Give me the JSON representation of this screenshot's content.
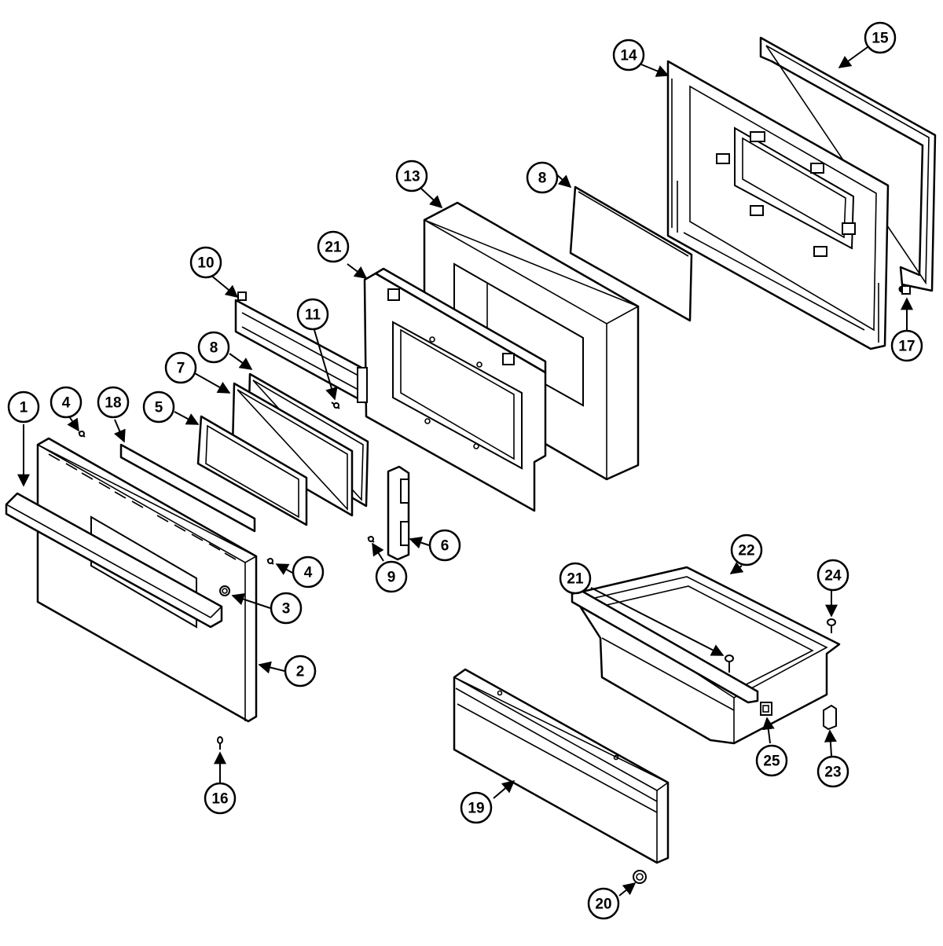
{
  "callouts": [
    {
      "id": "c1",
      "label": "1"
    },
    {
      "id": "c2",
      "label": "2"
    },
    {
      "id": "c3",
      "label": "3"
    },
    {
      "id": "c4a",
      "label": "4"
    },
    {
      "id": "c4b",
      "label": "4"
    },
    {
      "id": "c5",
      "label": "5"
    },
    {
      "id": "c6",
      "label": "6"
    },
    {
      "id": "c7",
      "label": "7"
    },
    {
      "id": "c8a",
      "label": "8"
    },
    {
      "id": "c8b",
      "label": "8"
    },
    {
      "id": "c9",
      "label": "9"
    },
    {
      "id": "c10",
      "label": "10"
    },
    {
      "id": "c11",
      "label": "11"
    },
    {
      "id": "c13",
      "label": "13"
    },
    {
      "id": "c14",
      "label": "14"
    },
    {
      "id": "c15",
      "label": "15"
    },
    {
      "id": "c16",
      "label": "16"
    },
    {
      "id": "c17",
      "label": "17"
    },
    {
      "id": "c18",
      "label": "18"
    },
    {
      "id": "c19",
      "label": "19"
    },
    {
      "id": "c20",
      "label": "20"
    },
    {
      "id": "c21a",
      "label": "21"
    },
    {
      "id": "c21b",
      "label": "21"
    },
    {
      "id": "c22",
      "label": "22"
    },
    {
      "id": "c23",
      "label": "23"
    },
    {
      "id": "c24",
      "label": "24"
    },
    {
      "id": "c25",
      "label": "25"
    }
  ]
}
